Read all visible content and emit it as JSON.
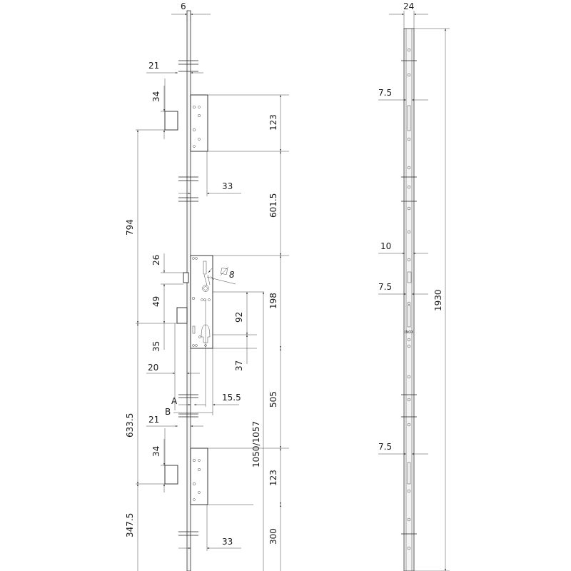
{
  "front_view": {
    "dims": {
      "rod_thickness": "6",
      "top_bolt_projection": "21",
      "top_bolt_height": "34",
      "top_case_height": "123",
      "top_to_center": "794",
      "top_roller_offset": "33",
      "top_to_main": "601.5",
      "latch_height": "26",
      "spindle_square": "8",
      "deadbolt_offset": "49",
      "spindle_to_cylinder": "92",
      "main_case_height": "198",
      "deadbolt_height": "35",
      "cylinder_to_bottom": "37",
      "deadbolt_projection": "20",
      "label_a": "A",
      "backset": "15.5",
      "label_b": "B",
      "main_to_bottom": "505",
      "center_to_bottom_bolt": "633.5",
      "handle_height": "1050/1057",
      "bottom_bolt_projection": "21",
      "bottom_bolt_height": "34",
      "bottom_case_height": "123",
      "bottom_bolt_to_end": "347.5",
      "bottom_roller_offset": "33",
      "bottom_case_to_end": "300"
    }
  },
  "side_view": {
    "dims": {
      "faceplate_width": "24",
      "top_slot_width": "7.5",
      "latch_width": "10",
      "main_slot_width": "7.5",
      "total_length": "1930",
      "bottom_slot_width": "7.5"
    },
    "marking": "INOX"
  }
}
